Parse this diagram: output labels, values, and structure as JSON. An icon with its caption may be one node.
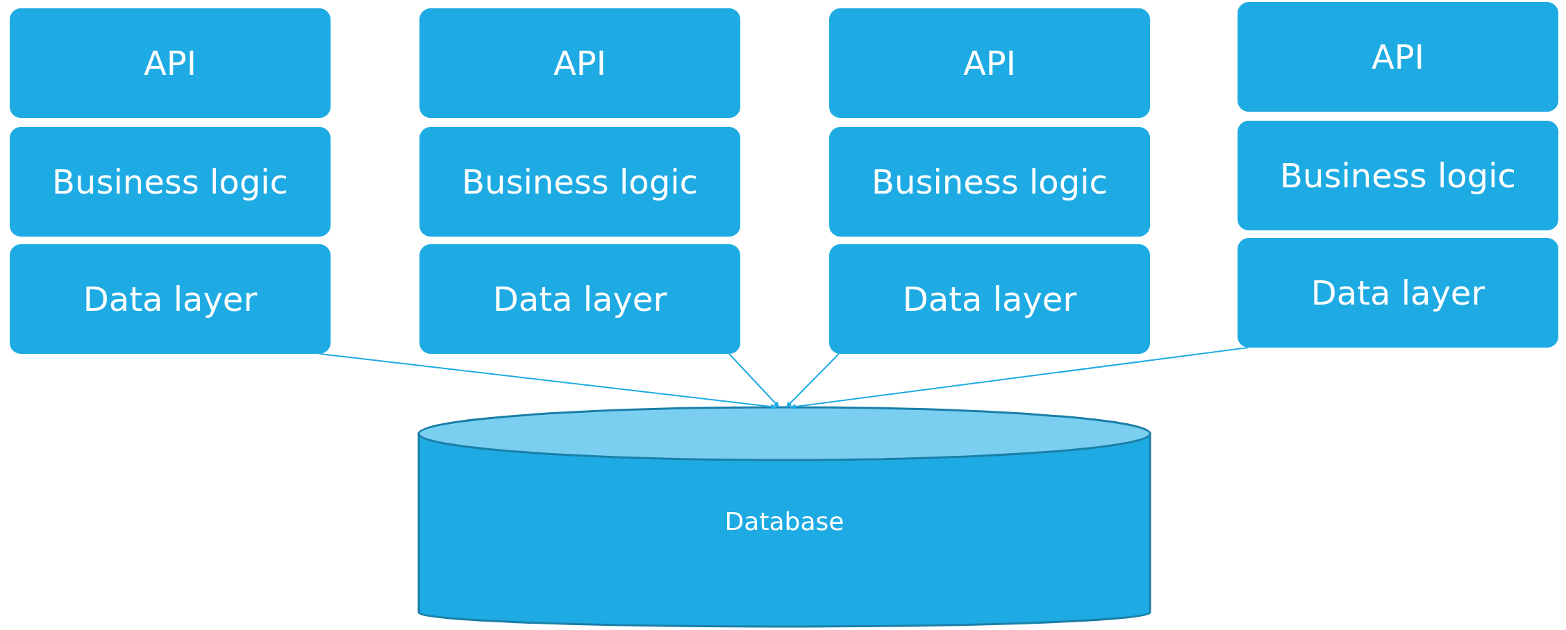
{
  "diagram": {
    "nodes": [
      {
        "text": [
          "API"
        ]
      },
      {
        "text": [
          "API"
        ]
      },
      {
        "text": [
          "API"
        ]
      },
      {
        "text": [
          "API"
        ]
      },
      {
        "text": [
          "Business logic"
        ]
      },
      {
        "text": [
          "Business logic"
        ]
      },
      {
        "text": [
          "Business logic"
        ]
      },
      {
        "text": [
          "Business logic"
        ]
      },
      {
        "text": [
          "Data layer"
        ]
      },
      {
        "text": [
          "Data layer"
        ]
      },
      {
        "text": [
          "Data layer"
        ]
      },
      {
        "text": [
          "Data layer"
        ]
      },
      {
        "text": [
          "Database"
        ]
      }
    ],
    "edges": [
      {
        "from": 8,
        "to": 12,
        "arrow": "to"
      },
      {
        "from": 9,
        "to": 12,
        "arrow": "to"
      },
      {
        "from": 10,
        "to": 12,
        "arrow": "to"
      },
      {
        "from": 11,
        "to": 12,
        "arrow": "to"
      }
    ]
  }
}
